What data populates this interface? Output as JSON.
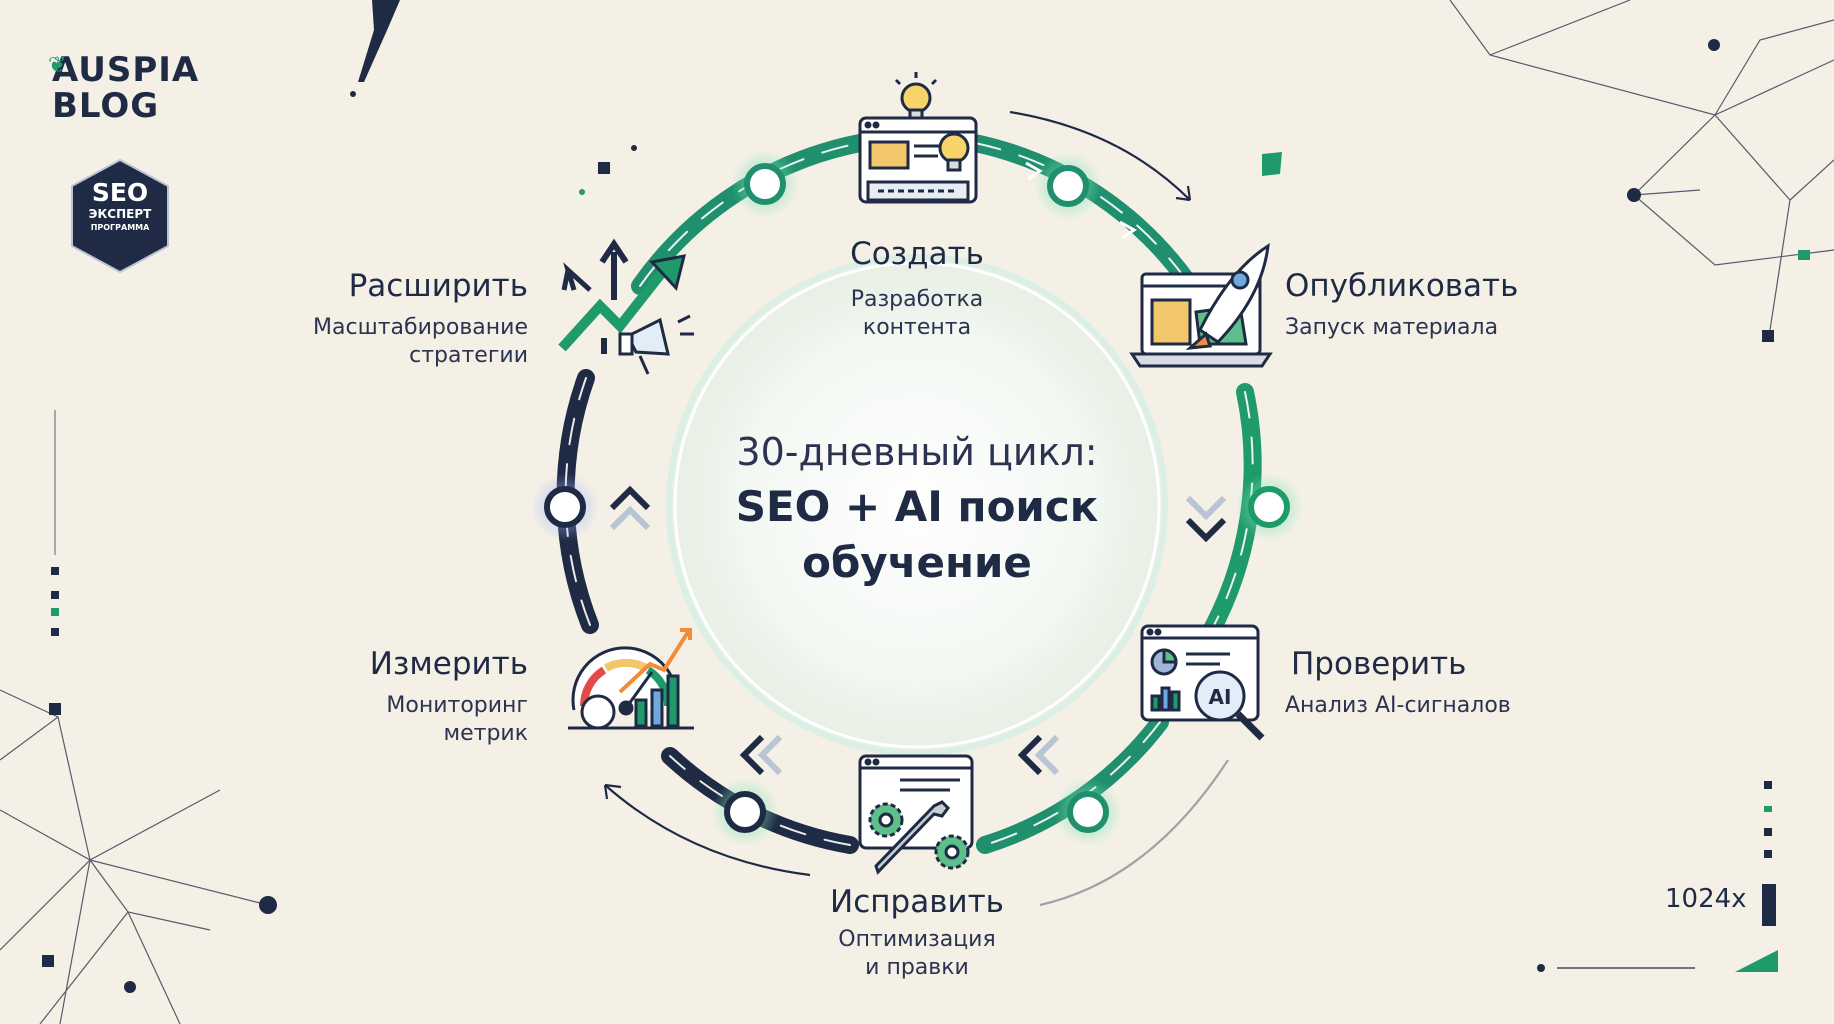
{
  "brand": {
    "line1": "AUSPIA",
    "line2": "BLOG"
  },
  "badge": {
    "line1": "SEO",
    "line2": "ЭКСПЕРТ",
    "line3": "ПРОГРАММА"
  },
  "center": {
    "line1": "30-дневный цикл:",
    "line2": "SEO + AI поиск",
    "line3": "обучение"
  },
  "steps": [
    {
      "title": "Создать",
      "sub1": "Разработка",
      "sub2": "контента",
      "icon": "browser-lightbulb-icon"
    },
    {
      "title": "Опубликовать",
      "sub1": "Запуск материала",
      "sub2": "",
      "icon": "rocket-laptop-icon"
    },
    {
      "title": "Проверить",
      "sub1": "Анализ AI-сигналов",
      "sub2": "",
      "icon": "ai-analysis-icon"
    },
    {
      "title": "Исправить",
      "sub1": "Оптимизация",
      "sub2": "и правки",
      "icon": "wrench-gear-icon"
    },
    {
      "title": "Измерить",
      "sub1": "Мониторинг",
      "sub2": "метрик",
      "icon": "gauge-chart-icon"
    },
    {
      "title": "Расширить",
      "sub1": "Масштабирование",
      "sub2": "стратегии",
      "icon": "growth-megaphone-icon"
    }
  ],
  "zoom_label": "1024x",
  "colors": {
    "navy": "#1f2a44",
    "green": "#1f9a6a",
    "background": "#f4f0e6"
  }
}
